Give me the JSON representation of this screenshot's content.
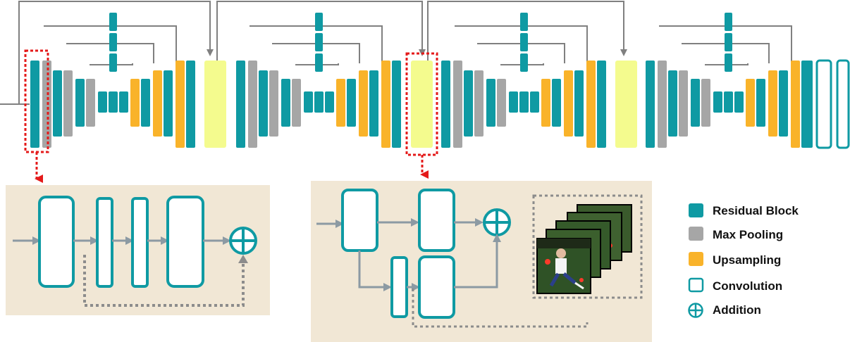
{
  "colors": {
    "residual": "#0f9aa3",
    "pooling": "#a6a6a6",
    "upsampling": "#f9b32a",
    "convolution_stroke": "#0f9aa3",
    "intermediate": "#f4fb8e",
    "skip_line": "#808080",
    "highlight": "#e41a1a",
    "panel_bg": "#f1e7d5",
    "arrow": "#8c9aa3"
  },
  "legend": {
    "residual_block": "Residual Block",
    "max_pooling": "Max Pooling",
    "upsampling": "Upsampling",
    "convolution": "Convolution",
    "addition": "Addition"
  },
  "icons": {
    "addition": "circle-plus-icon",
    "frames": "video-frame-stack"
  }
}
